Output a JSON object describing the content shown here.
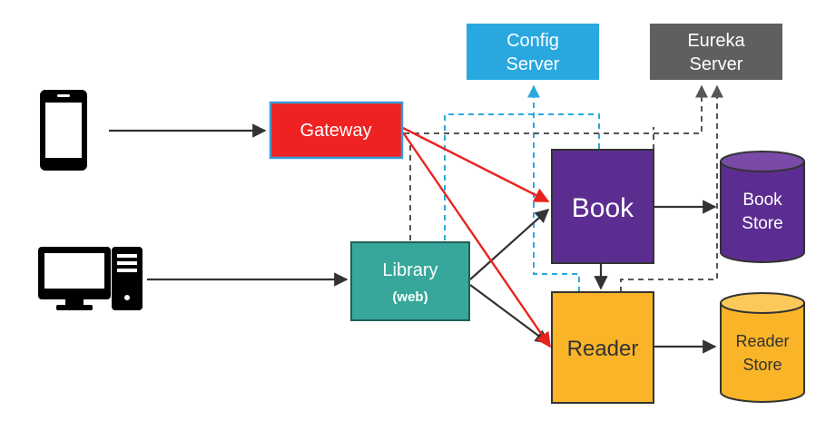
{
  "nodes": {
    "config_server": {
      "line1": "Config",
      "line2": "Server"
    },
    "eureka_server": {
      "line1": "Eureka",
      "line2": "Server"
    },
    "gateway": {
      "label": "Gateway"
    },
    "library": {
      "line1": "Library",
      "line2": "(web)"
    },
    "book": {
      "label": "Book"
    },
    "reader": {
      "label": "Reader"
    },
    "book_store": {
      "line1": "Book",
      "line2": "Store"
    },
    "reader_store": {
      "line1": "Reader",
      "line2": "Store"
    }
  },
  "colors": {
    "config_server": "#29a8e0",
    "eureka_server": "#5f5f5f",
    "gateway": "#ee2222",
    "library": "#36a79a",
    "book": "#5c2d91",
    "reader": "#f9b428",
    "book_store": "#5c2d91",
    "reader_store": "#f9b428",
    "arrow_default": "#333333",
    "arrow_route": "#e8231f",
    "arrow_config": "#29a8e0",
    "arrow_discovery": "#555555"
  },
  "icons": {
    "mobile": "smartphone-icon",
    "desktop": "desktop-computer-icon"
  }
}
